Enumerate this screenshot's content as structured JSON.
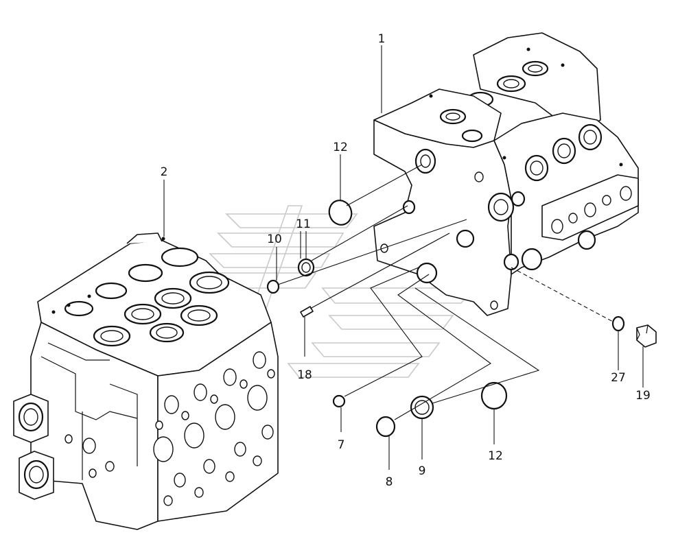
{
  "labels": {
    "l1": "1",
    "l2": "2",
    "l7": "7",
    "l8": "8",
    "l9": "9",
    "l10": "10",
    "l11": "11",
    "l12a": "12",
    "l12b": "12",
    "l18": "18",
    "l19": "19",
    "l27": "27"
  },
  "colors": {
    "line": "#111111",
    "watermark": "#c9c9c9",
    "background": "#ffffff"
  }
}
